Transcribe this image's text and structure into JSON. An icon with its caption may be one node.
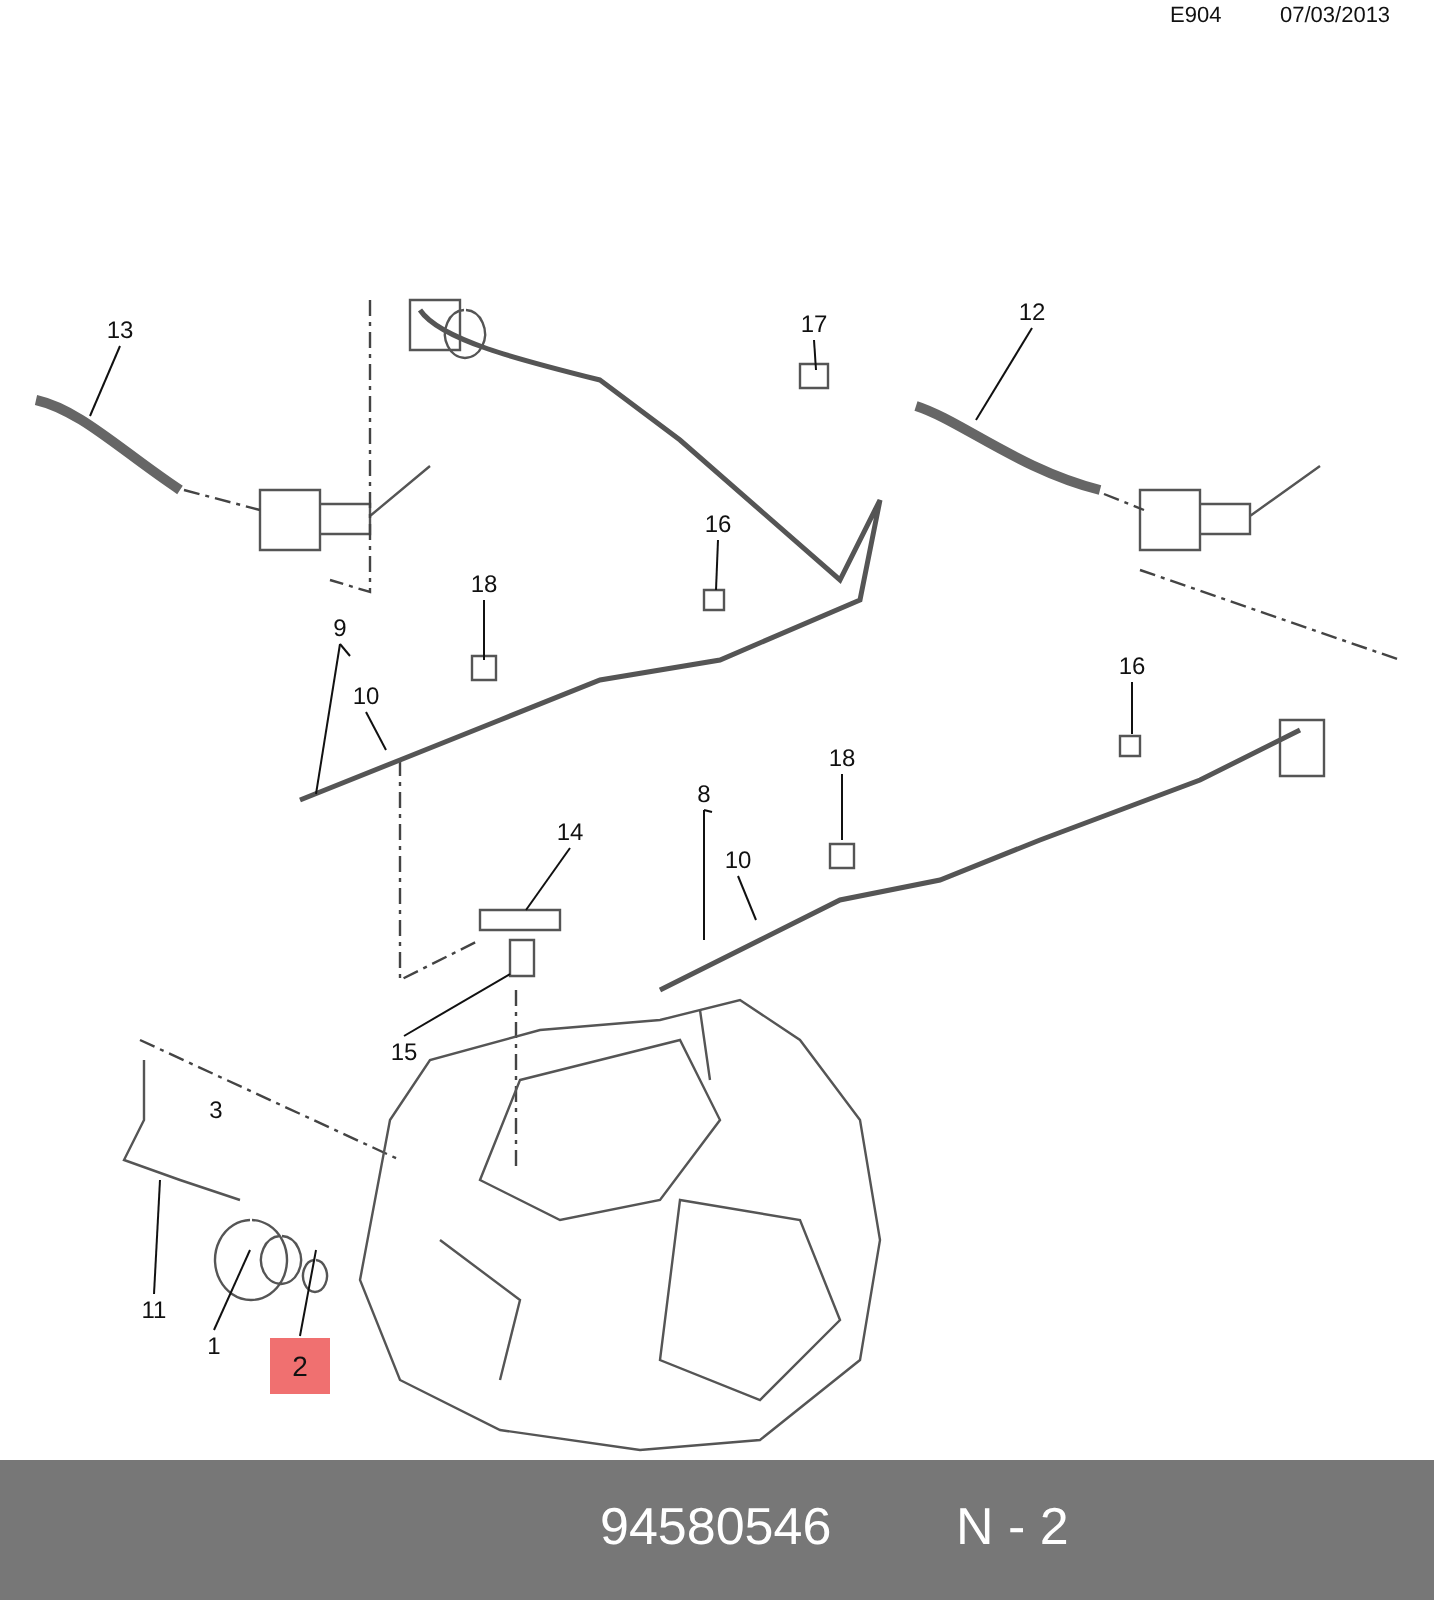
{
  "diagram": {
    "nodes": [
      {
        "text": [
          "13"
        ]
      },
      {
        "text": [
          "17"
        ]
      },
      {
        "text": [
          "12"
        ]
      },
      {
        "text": [
          "16"
        ]
      },
      {
        "text": [
          "18"
        ]
      },
      {
        "text": [
          "9"
        ]
      },
      {
        "text": [
          "10"
        ]
      },
      {
        "text": [
          "16"
        ]
      },
      {
        "text": [
          "14"
        ]
      },
      {
        "text": [
          "18"
        ]
      },
      {
        "text": [
          "8"
        ]
      },
      {
        "text": [
          "10"
        ]
      },
      {
        "text": [
          "15"
        ]
      },
      {
        "text": [
          "3"
        ]
      },
      {
        "text": [
          "11"
        ]
      },
      {
        "text": [
          "1"
        ]
      },
      {
        "text": [
          "2"
        ]
      }
    ],
    "edges": [
      {
        "from": 0,
        "to": null,
        "arrow": "none"
      },
      {
        "from": 1,
        "to": null,
        "arrow": "none"
      },
      {
        "from": 2,
        "to": null,
        "arrow": "none"
      },
      {
        "from": 3,
        "to": null,
        "arrow": "none"
      },
      {
        "from": 4,
        "to": null,
        "arrow": "none"
      },
      {
        "from": 5,
        "to": null,
        "arrow": "none"
      },
      {
        "from": 5,
        "to": null,
        "arrow": "none"
      },
      {
        "from": 6,
        "to": null,
        "arrow": "none"
      },
      {
        "from": 7,
        "to": null,
        "arrow": "none"
      },
      {
        "from": 8,
        "to": null,
        "arrow": "none"
      },
      {
        "from": 9,
        "to": null,
        "arrow": "none"
      },
      {
        "from": 10,
        "to": null,
        "arrow": "none"
      },
      {
        "from": 10,
        "to": null,
        "arrow": "none"
      },
      {
        "from": 11,
        "to": null,
        "arrow": "none"
      },
      {
        "from": 12,
        "to": null,
        "arrow": "none"
      },
      {
        "from": 14,
        "to": null,
        "arrow": "none"
      },
      {
        "from": 15,
        "to": null,
        "arrow": "none"
      },
      {
        "from": 16,
        "to": null,
        "arrow": "none"
      }
    ],
    "labels": [
      "E904",
      "07/03/2013",
      "94580546",
      "N - 2"
    ]
  }
}
